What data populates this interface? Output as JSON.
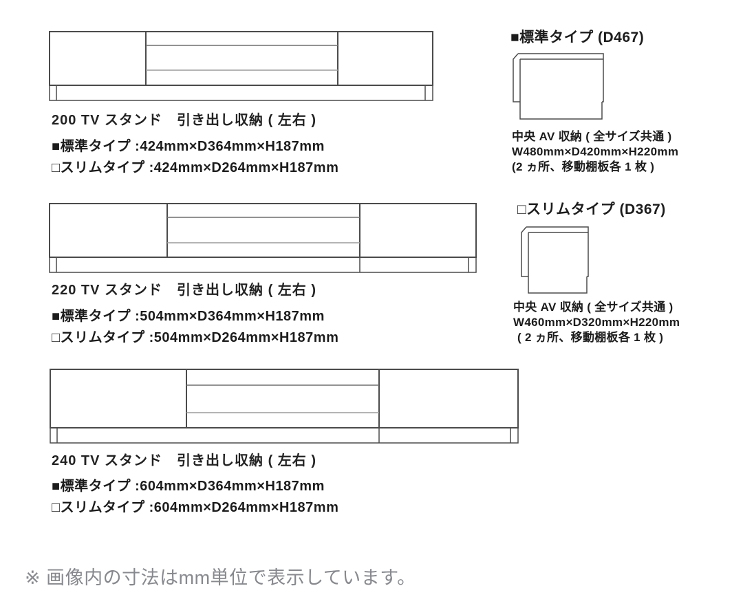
{
  "stands": [
    {
      "name": "200 TV スタンド　引き出し収納 ( 左右 )",
      "standard": "■標準タイプ :424mm×D364mm×H187mm",
      "slim": "□スリムタイプ :424mm×D264mm×H187mm"
    },
    {
      "name": "220 TV スタンド　引き出し収納 ( 左右 )",
      "standard": "■標準タイプ :504mm×D364mm×H187mm",
      "slim": "□スリムタイプ :504mm×D264mm×H187mm"
    },
    {
      "name": "240 TV スタンド　引き出し収納 ( 左右 )",
      "standard": "■標準タイプ :604mm×D364mm×H187mm",
      "slim": "□スリムタイプ :604mm×D264mm×H187mm"
    }
  ],
  "av_panels": [
    {
      "title": "■標準タイプ (D467)",
      "line1": "中央 AV 収納 ( 全サイズ共通 )",
      "line2": "W480mm×D420mm×H220mm",
      "line3": "(2 ヵ所、移動棚板各 1 枚 )"
    },
    {
      "title": "□スリムタイプ (D367)",
      "line1": "中央 AV 収納 ( 全サイズ共通 )",
      "line2": "W460mm×D320mm×H220mm",
      "line3": "( 2 ヵ所、移動棚板各 1 枚 )"
    }
  ],
  "footer_note": "※ 画像内の寸法はmm単位で表示しています。",
  "colors": {
    "text": "#1c1c1c",
    "note_gray": "#87898e",
    "line_dark": "#4b4b4b",
    "line_light": "#9c9c9c",
    "background": "#ffffff"
  }
}
